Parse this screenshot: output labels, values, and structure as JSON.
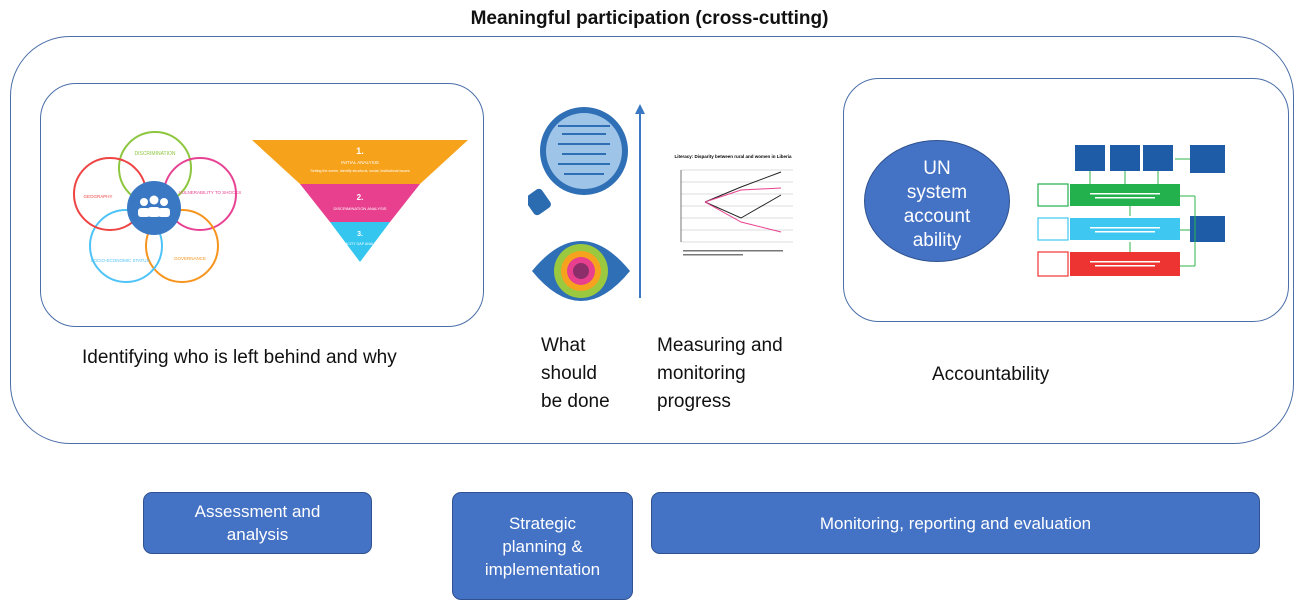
{
  "title": "Meaningful participation (cross-cutting)",
  "captions": {
    "left": "Identifying who is left behind and why",
    "what": [
      "What",
      "should",
      "be done"
    ],
    "measure": [
      "Measuring and",
      "monitoring",
      "progress"
    ],
    "accountability": "Accountability"
  },
  "buttons": {
    "assessment": [
      "Assessment and",
      "analysis"
    ],
    "strategic": [
      "Strategic",
      "planning &",
      "implementation"
    ],
    "monitoring": "Monitoring, reporting and evaluation"
  },
  "ellipse": [
    "UN",
    "system",
    "account",
    "ability"
  ],
  "venn": {
    "labels": [
      "DISCRIMINATION",
      "VULNERABILITY TO SHOCKS",
      "GOVERNANCE",
      "SOCIO-ECONOMIC STATUS",
      "GEOGRAPHY"
    ],
    "colors": [
      "#8dc63f",
      "#e84393",
      "#f7941d",
      "#4fc3f7",
      "#ef4444"
    ]
  },
  "triangle": {
    "steps": [
      {
        "n": "1.",
        "title": "INITIAL ANALYSIS",
        "sub": "Setting the scene, identify structural, social, institutional issues"
      },
      {
        "n": "2.",
        "title": "DISCRIMINATION ANALYSIS"
      },
      {
        "n": "3.",
        "title": "CAPACITY GAP ANALYSIS"
      }
    ],
    "colors": [
      "#f7a21b",
      "#e8408f",
      "#35c6f0"
    ]
  },
  "chart_thumbnail": {
    "title": "Literacy: Disparity between rural and women in Liberia"
  },
  "colors": {
    "accent": "#4472c4",
    "border": "#4a6ea8",
    "green": "#22b14c",
    "cyan": "#3ec7f0",
    "red": "#ee3333",
    "navy": "#1f5ca8"
  }
}
